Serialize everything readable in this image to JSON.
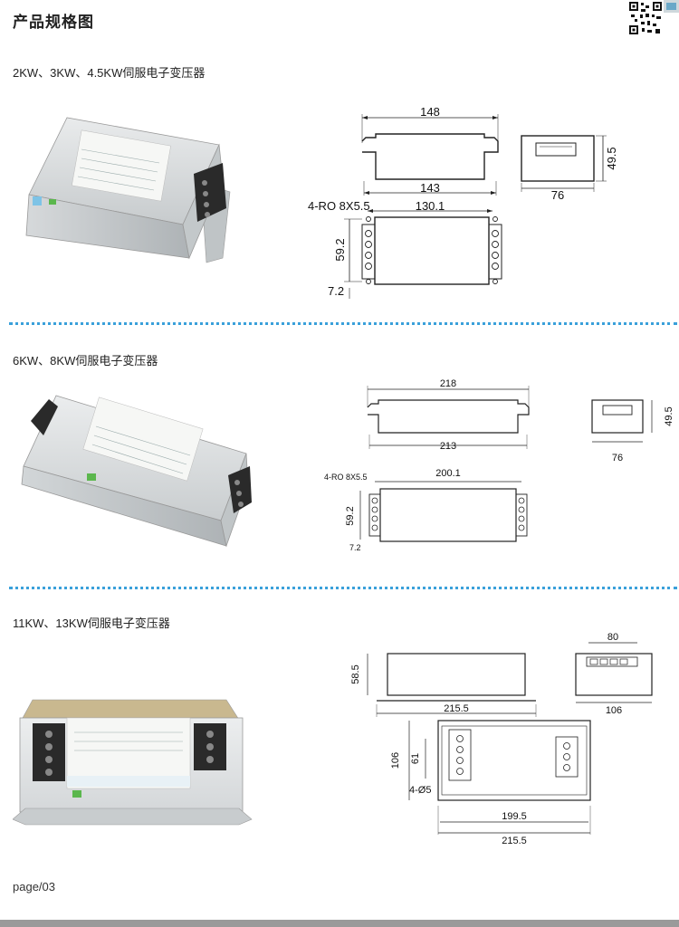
{
  "page": {
    "title": "产品规格图",
    "footer": "page/03"
  },
  "sections": [
    {
      "title": "2KW、3KW、4.5KW伺服电子变压器",
      "dims": {
        "overall_length": "148",
        "base_length": "143",
        "width": "76",
        "height": "49.5",
        "hole_label": "4-RO 8X5.5",
        "hole_spacing": "130.1",
        "hole_height": "59.2",
        "edge": "7.2"
      }
    },
    {
      "title": "6KW、8KW伺服电子变压器",
      "dims": {
        "overall_length": "218",
        "base_length": "213",
        "width": "76",
        "height": "49.5",
        "hole_label": "4-RO 8X5.5",
        "hole_spacing": "200.1",
        "hole_height": "59.2",
        "edge": "7.2"
      }
    },
    {
      "title": "11KW、13KW伺服电子变压器",
      "dims": {
        "height": "58.5",
        "overall_length": "215.5",
        "top_width": "80",
        "width": "106",
        "side_height": "106",
        "inner_height": "61",
        "hole_label": "4-Ø5",
        "hole_spacing": "199.5",
        "base_length": "215.5"
      }
    }
  ]
}
